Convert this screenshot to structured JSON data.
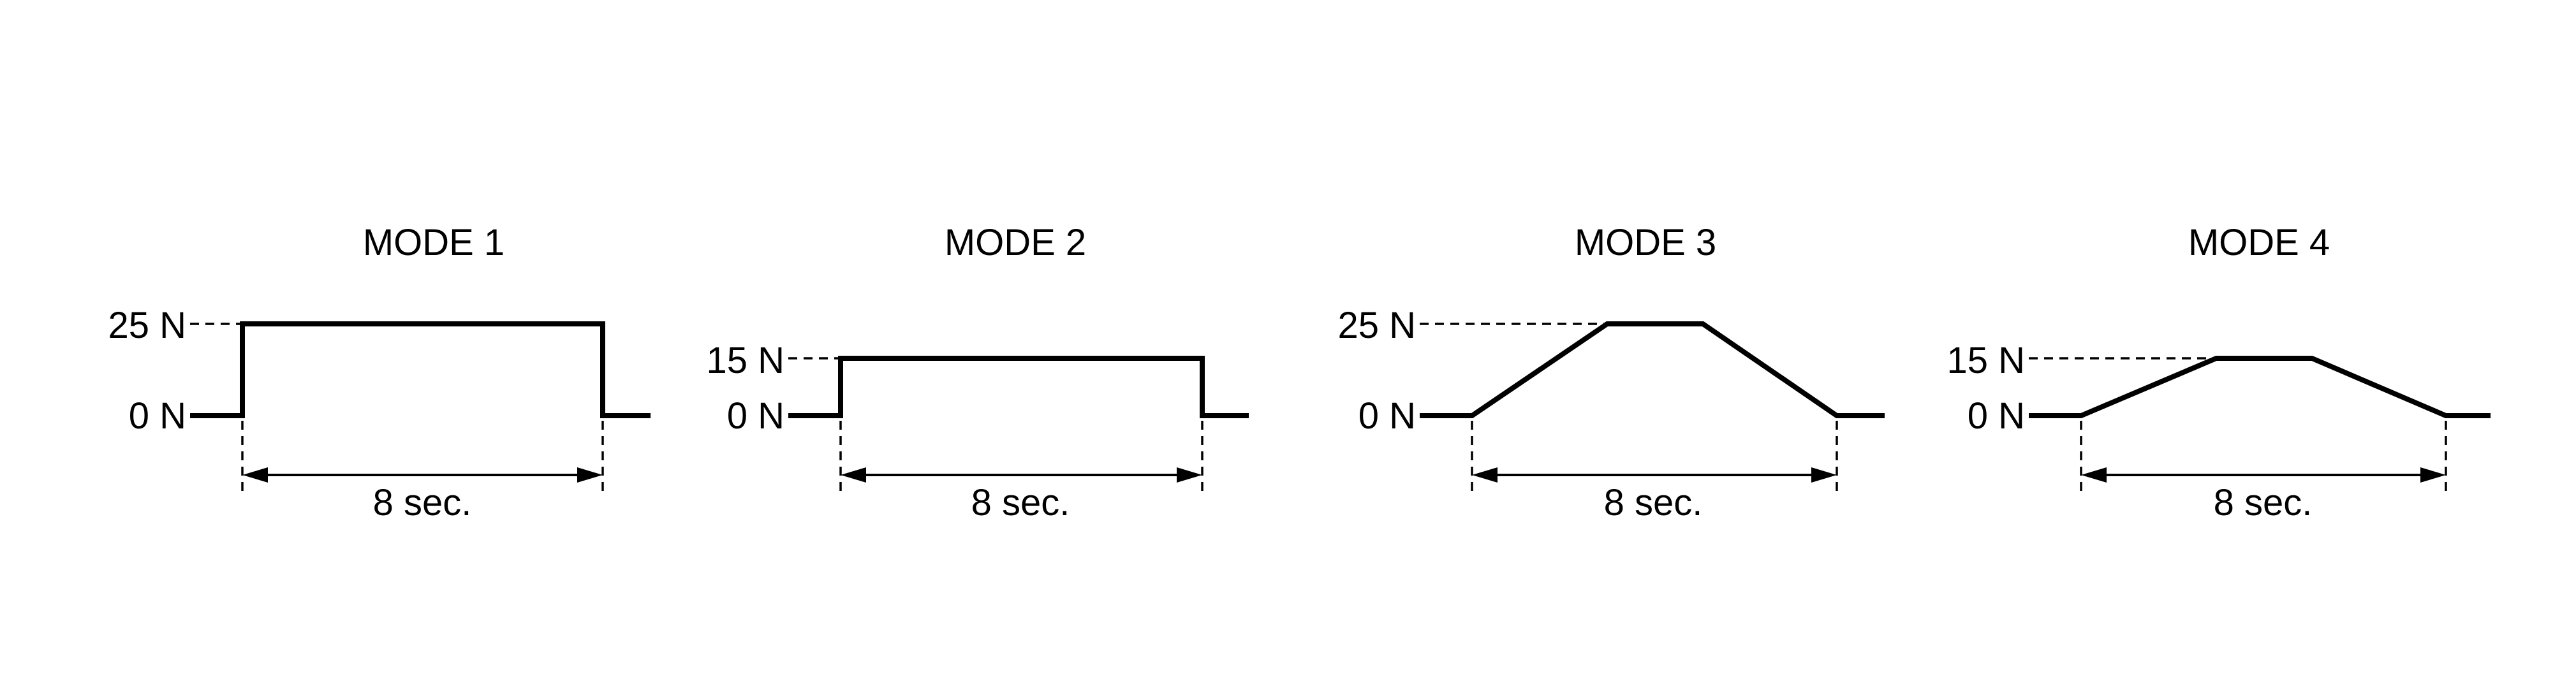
{
  "modes": [
    {
      "title": "MODE 1",
      "shape": "square",
      "peak_label": "25 N",
      "zero_label": "0 N",
      "duration_label": "8 sec.",
      "peak_value": 25,
      "duration_s": 8
    },
    {
      "title": "MODE 2",
      "shape": "square",
      "peak_label": "15 N",
      "zero_label": "0 N",
      "duration_label": "8 sec.",
      "peak_value": 15,
      "duration_s": 8
    },
    {
      "title": "MODE 3",
      "shape": "trapezoid",
      "peak_label": "25 N",
      "zero_label": "0 N",
      "duration_label": "8 sec.",
      "peak_value": 25,
      "duration_s": 8
    },
    {
      "title": "MODE 4",
      "shape": "trapezoid",
      "peak_label": "15 N",
      "zero_label": "0 N",
      "duration_label": "8 sec.",
      "peak_value": 15,
      "duration_s": 8
    }
  ]
}
